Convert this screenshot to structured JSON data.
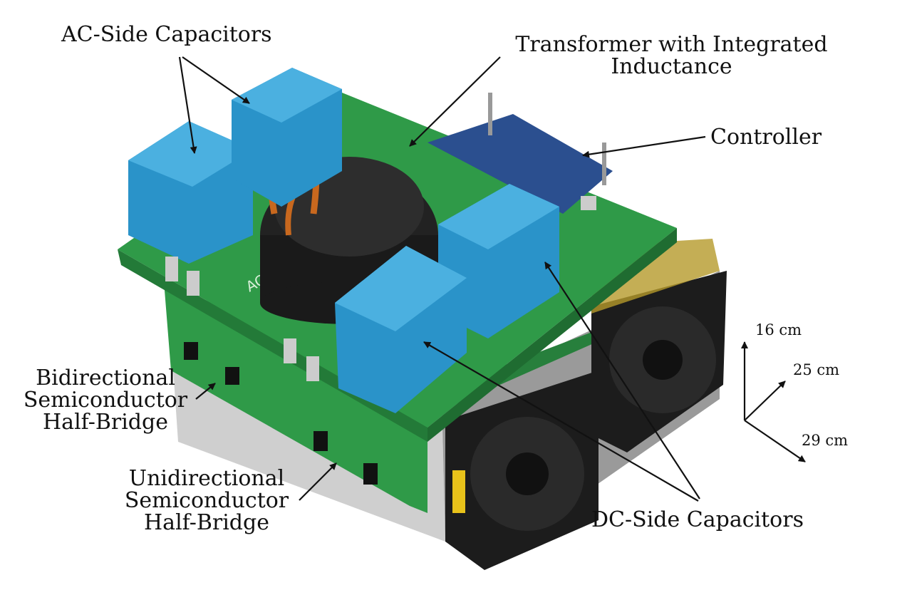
{
  "labels": {
    "ac_caps": "AC-Side Capacitors",
    "transformer_line1": "Transformer with Integrated",
    "transformer_line2": "Inductance",
    "controller": "Controller",
    "bidirectional": [
      "Bidirectional",
      "Semiconductor",
      "Half-Bridge"
    ],
    "unidirectional": [
      "Unidirectional",
      "Semiconductor",
      "Half-Bridge"
    ],
    "dc_caps": "DC-Side Capacitors"
  },
  "dimensions": {
    "height": "16 cm",
    "depth": "25 cm",
    "width": "29 cm"
  },
  "board_silkscreen": "AC/DC DAB",
  "colors": {
    "pcb": "#2f9a48",
    "capacitor": "#2a93c9",
    "fan": "#1c1c1c",
    "heatsink": "#d8d8d8",
    "controller_board": "#2b4f8f"
  }
}
